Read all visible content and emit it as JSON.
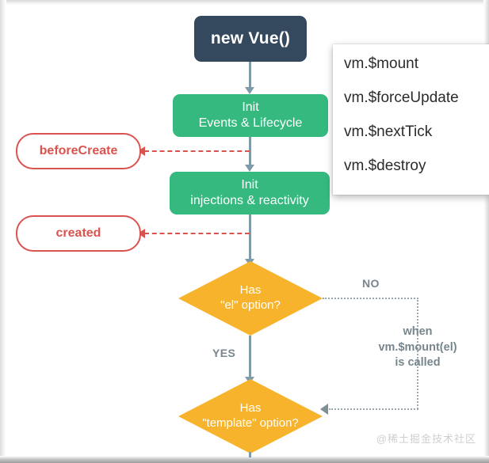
{
  "diagram": {
    "title": "Vue instance lifecycle flowchart",
    "nodes": {
      "root": {
        "label": "new Vue()"
      },
      "init_events": {
        "label": "Init\nEvents & Lifecycle"
      },
      "init_injections": {
        "label": "Init\ninjections & reactivity"
      },
      "hook_before_create": {
        "label": "beforeCreate"
      },
      "hook_created": {
        "label": "created"
      },
      "decision_el": {
        "label": "Has\n\"el\" option?"
      },
      "decision_template": {
        "label": "Has\n\"template\" option?"
      }
    },
    "branch_labels": {
      "no": "NO",
      "yes": "YES"
    },
    "notes": {
      "mount_note": "when\nvm.$mount(el)\nis called"
    }
  },
  "api_panel": {
    "items": [
      {
        "label": "vm.$mount"
      },
      {
        "label": "vm.$forceUpdate"
      },
      {
        "label": "vm.$nextTick"
      },
      {
        "label": "vm.$destroy"
      }
    ]
  },
  "watermark": {
    "text": "@稀土掘金技术社区"
  },
  "colors": {
    "root_bg": "#35495e",
    "init_bg": "#35b97f",
    "hook_border": "#d9534f",
    "hook_text": "#d9534f",
    "decision_bg": "#f7b32b",
    "connector": "#7f9aa8",
    "label_text": "#77868d",
    "page_bg": "#ffffff"
  }
}
